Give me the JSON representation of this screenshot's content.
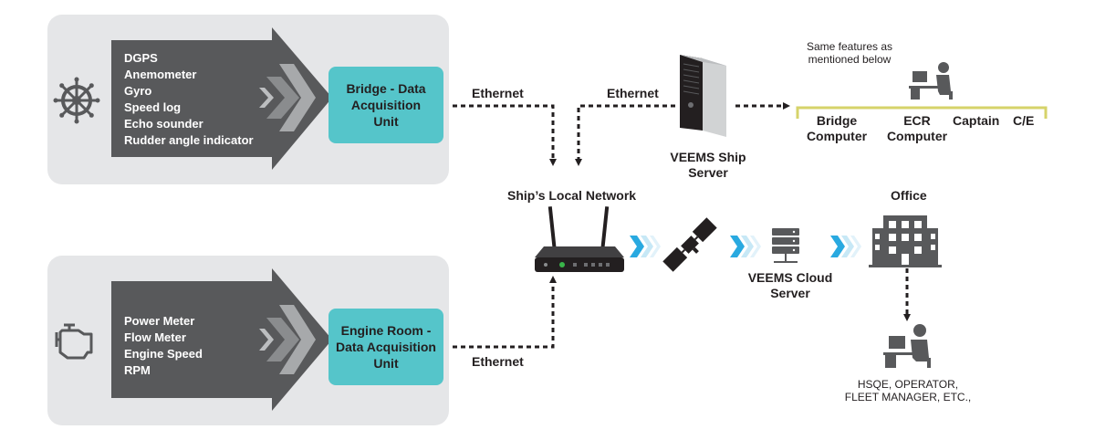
{
  "sensors_bridge": {
    "items": [
      "DGPS",
      "Anemometer",
      "Gyro",
      "Speed log",
      "Echo sounder",
      "Rudder angle indicator"
    ],
    "unit_label": "Bridge - Data Acquisition Unit"
  },
  "sensors_engine": {
    "items": [
      "Power Meter",
      "Flow Meter",
      "Engine Speed",
      "RPM"
    ],
    "unit_label": "Engine Room - Data Acquisition Unit"
  },
  "links": {
    "ethernet_bridge": "Ethernet",
    "ethernet_server": "Ethernet",
    "ethernet_engine": "Ethernet"
  },
  "network_label": "Ship’s Local Network",
  "ship_server_label": "VEEMS Ship Server",
  "cloud_server_label": "VEEMS Cloud Server",
  "office_label": "Office",
  "features_note": "Same features as mentioned below",
  "computers": {
    "bridge": "Bridge Computer",
    "ecr": "ECR Computer",
    "captain": "Captain",
    "ce": "C/E"
  },
  "office_users": "HSQE, OPERATOR, FLEET MANAGER, ETC.,",
  "colors": {
    "panel_bg": "#e5e6e8",
    "arrow_dark": "#58595b",
    "unit_teal": "#55c5ca",
    "chevron_blue": "#29a9e0",
    "bracket_yellow": "#d6d36a"
  }
}
